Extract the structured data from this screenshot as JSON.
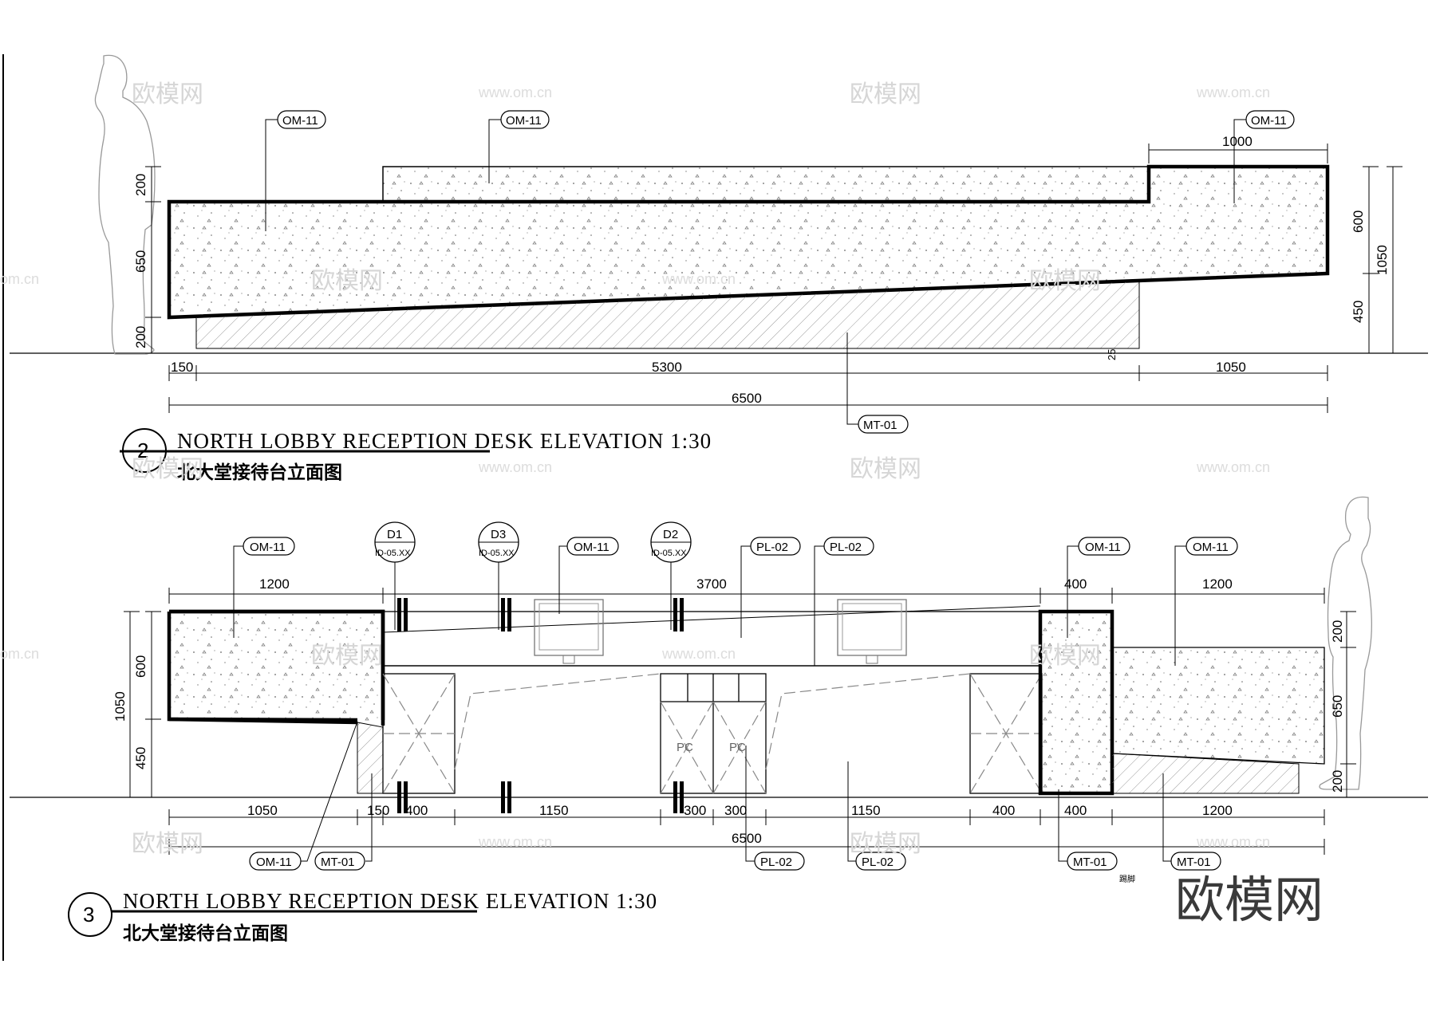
{
  "elevation_2": {
    "number": "2",
    "title": "NORTH LOBBY RECEPTION DESK ELEVATION 1:30",
    "subtitle": "北大堂接待台立面图",
    "tags": {
      "om11_a": "OM-11",
      "om11_b": "OM-11",
      "om11_c": "OM-11",
      "mt01": "MT-01"
    },
    "dims": {
      "left_200_top": "200",
      "left_650": "650",
      "left_200_bot": "200",
      "right_600": "600",
      "right_450": "450",
      "right_1050": "1050",
      "top_1000": "1000",
      "d_25": "25",
      "b_150": "150",
      "b_5300": "5300",
      "b_1050": "1050",
      "b_6500": "6500"
    }
  },
  "elevation_3": {
    "number": "3",
    "title": "NORTH LOBBY RECEPTION DESK ELEVATION 1:30",
    "subtitle": "北大堂接待台立面图",
    "detail_markers": [
      {
        "id": "D1",
        "ref": "ID-05.XX"
      },
      {
        "id": "D3",
        "ref": "ID-05.XX"
      },
      {
        "id": "D2",
        "ref": "ID-05.XX"
      }
    ],
    "tags": {
      "om11_top_a": "OM-11",
      "om11_top_b": "OM-11",
      "pl02_top_a": "PL-02",
      "pl02_top_b": "PL-02",
      "om11_top_c": "OM-11",
      "om11_top_d": "OM-11",
      "om11_bot": "OM-11",
      "mt01_bot_a": "MT-01",
      "pl02_bot_a": "PL-02",
      "pl02_bot_b": "PL-02",
      "mt01_bot_b": "MT-01",
      "mt01_bot_c": "MT-01"
    },
    "dims": {
      "t_1200_l": "1200",
      "t_3700": "3700",
      "t_400": "400",
      "t_1200_r": "1200",
      "left_600": "600",
      "left_450": "450",
      "left_1050": "1050",
      "right_200_top": "200",
      "right_650": "650",
      "right_200_bot": "200",
      "b_1050": "1050",
      "b_150": "150",
      "b_400_a": "400",
      "b_1150_a": "1150",
      "b_300_a": "300",
      "b_300_b": "300",
      "b_1150_b": "1150",
      "b_400_b": "400",
      "b_400_c": "400",
      "b_1200": "1200",
      "b_6500": "6500"
    },
    "pc_labels": [
      "PC",
      "PC"
    ],
    "small_note": "踢脚"
  },
  "watermark": {
    "brand": "欧模网",
    "url": "www.om.cn",
    "partial": "om.cn"
  }
}
